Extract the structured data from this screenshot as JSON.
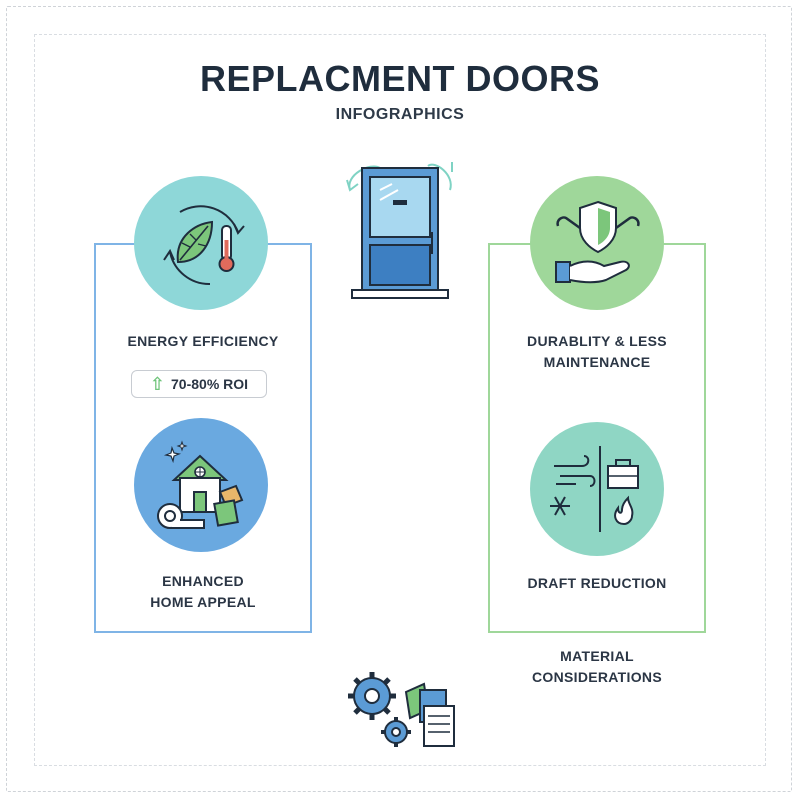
{
  "header": {
    "title": "REPLACMENT DOORS",
    "subtitle": "INFOGRAPHICS"
  },
  "left_card": {
    "energy_label": "ENERGY EFFICIENCY",
    "roi_text": "70-80% ROI",
    "appeal_label_line1": "ENHANCED",
    "appeal_label_line2": "HOME APPEAL"
  },
  "right_card": {
    "durability_label_line1": "DURABLITY & LESS",
    "durability_label_line2": "MAINTENANCE",
    "draft_label": "DRAFT REDUCTION"
  },
  "material": {
    "label_line1": "MATERIAL",
    "label_line2": "CONSIDERATIONS"
  },
  "icons": {
    "energy": "leaf-thermometer-cycle-icon",
    "roi": "up-arrow-icon",
    "door": "door-icon",
    "appeal": "house-paint-icon",
    "durability": "shield-wrench-hand-icon",
    "draft": "wind-snowflake-fire-icon",
    "material": "gears-materials-icon"
  },
  "colors": {
    "title": "#1f2d3d",
    "left_border": "#7fb4e6",
    "right_border": "#9fd79a",
    "door_blue": "#5b9bd5",
    "accent_green": "#6fc47a"
  }
}
